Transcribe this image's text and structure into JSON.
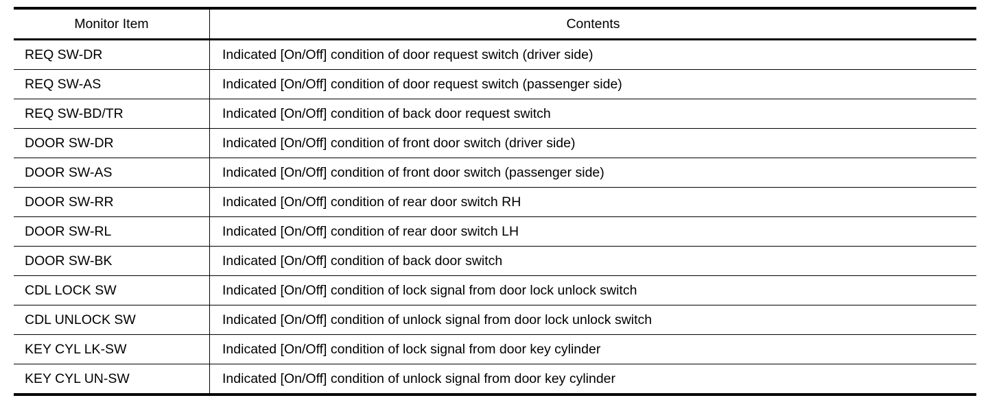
{
  "table": {
    "name": "data-monitor-item-table",
    "columns": [
      {
        "key": "monitor_item",
        "label": "Monitor Item",
        "align": "center"
      },
      {
        "key": "contents",
        "label": "Contents",
        "align": "center"
      }
    ],
    "rows": [
      {
        "monitor_item": "REQ SW-DR",
        "contents": "Indicated [On/Off] condition of door request switch (driver side)"
      },
      {
        "monitor_item": "REQ SW-AS",
        "contents": "Indicated [On/Off] condition of door request switch (passenger side)"
      },
      {
        "monitor_item": "REQ SW-BD/TR",
        "contents": "Indicated [On/Off] condition of back door request switch"
      },
      {
        "monitor_item": "DOOR SW-DR",
        "contents": "Indicated [On/Off] condition of front door switch (driver side)"
      },
      {
        "monitor_item": "DOOR SW-AS",
        "contents": "Indicated [On/Off] condition of front door switch (passenger side)"
      },
      {
        "monitor_item": "DOOR SW-RR",
        "contents": "Indicated [On/Off] condition of rear door switch RH"
      },
      {
        "monitor_item": "DOOR SW-RL",
        "contents": "Indicated [On/Off] condition of rear door switch LH"
      },
      {
        "monitor_item": "DOOR SW-BK",
        "contents": "Indicated [On/Off] condition of back door switch"
      },
      {
        "monitor_item": "CDL LOCK SW",
        "contents": "Indicated [On/Off] condition of lock signal from door lock unlock switch"
      },
      {
        "monitor_item": "CDL UNLOCK SW",
        "contents": "Indicated [On/Off] condition of unlock signal from door lock unlock switch"
      },
      {
        "monitor_item": "KEY CYL LK-SW",
        "contents": "Indicated [On/Off] condition of lock signal from door key cylinder"
      },
      {
        "monitor_item": "KEY CYL UN-SW",
        "contents": "Indicated [On/Off] condition of unlock signal from door key cylinder"
      }
    ]
  },
  "colors": {
    "text": "#000000",
    "background": "#ffffff",
    "rule": "#000000"
  }
}
